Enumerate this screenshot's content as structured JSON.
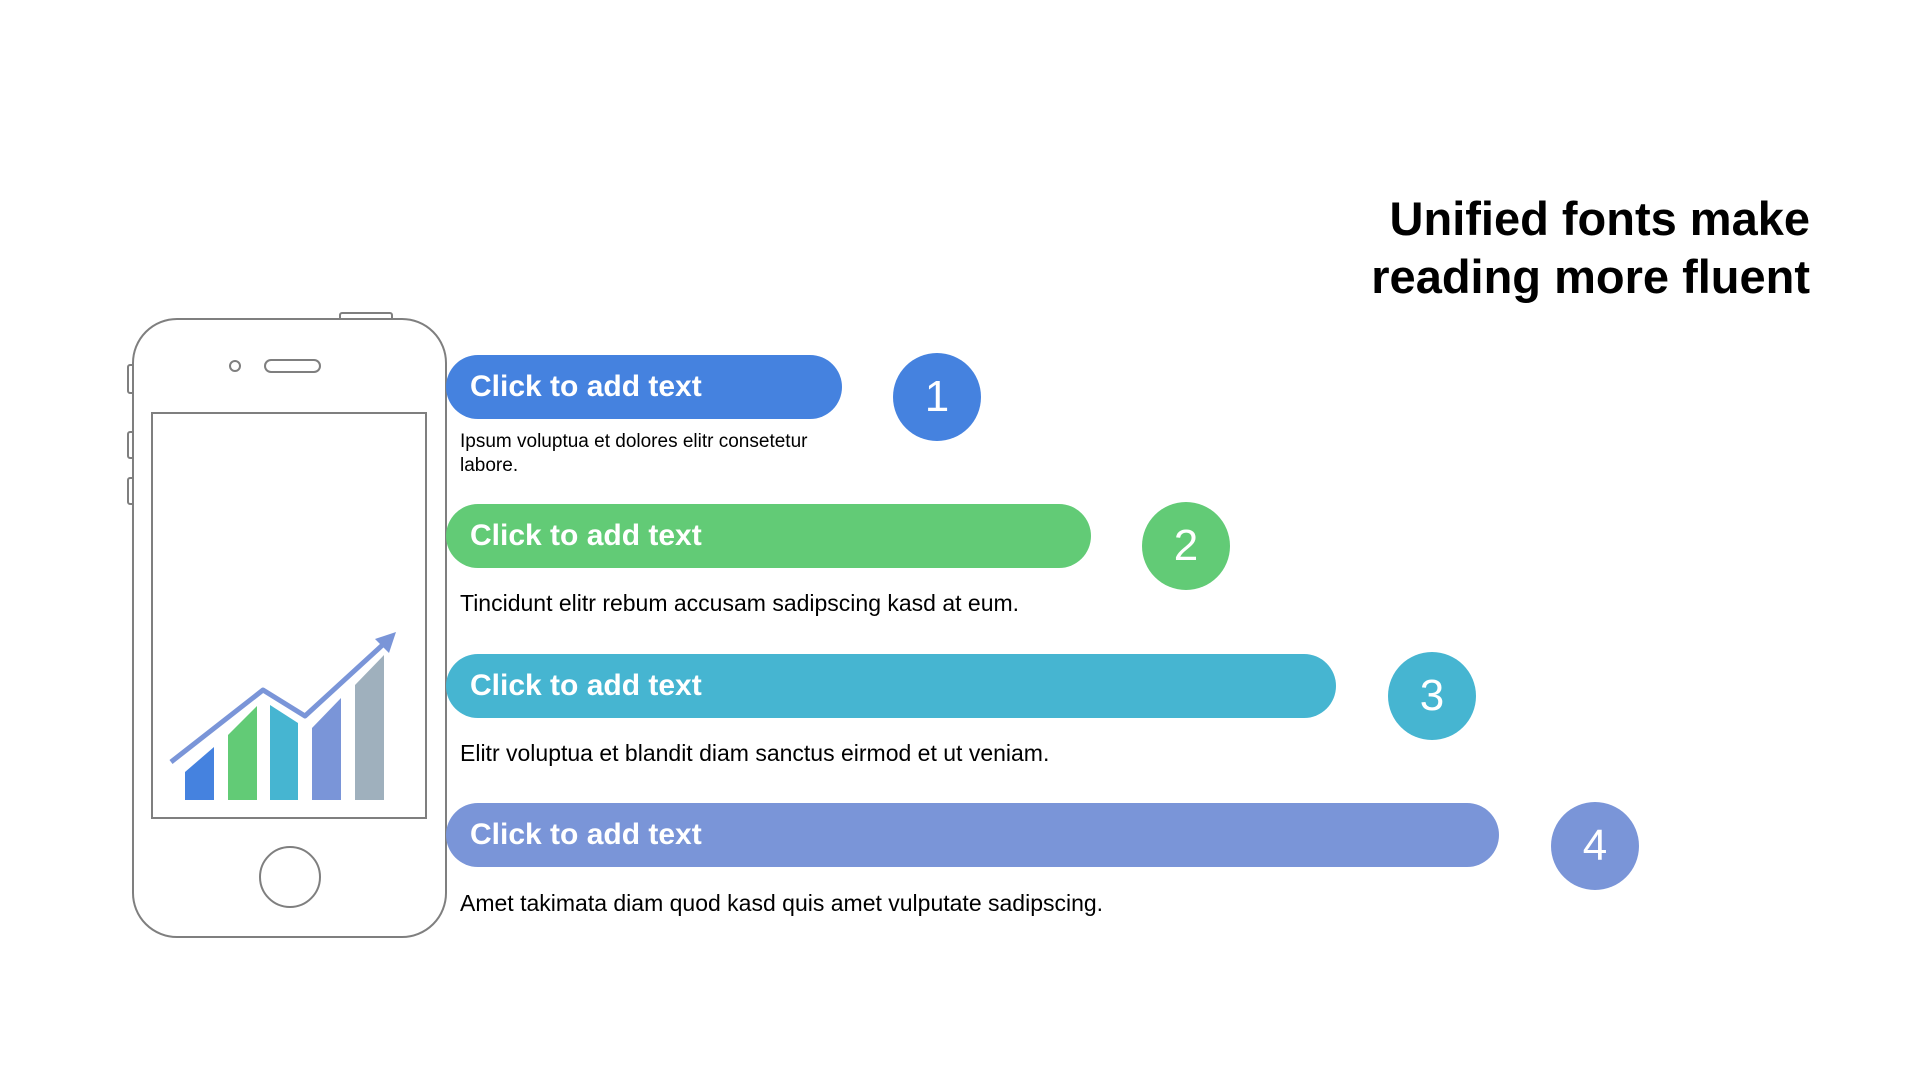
{
  "heading": {
    "line1": "Unified fonts make",
    "line2": "reading more fluent"
  },
  "items": [
    {
      "label": "Click to add text",
      "number": "1",
      "description": "Ipsum voluptua et dolores elitr consetetur labore.",
      "color": "#4582DF"
    },
    {
      "label": "Click to add text",
      "number": "2",
      "description": "Tincidunt elitr rebum accusam sadipscing kasd at eum.",
      "color": "#62CB76"
    },
    {
      "label": "Click to add text",
      "number": "3",
      "description": "Elitr voluptua et blandit diam sanctus eirmod et ut veniam.",
      "color": "#46B5D1"
    },
    {
      "label": "Click to add text",
      "number": "4",
      "description": "Amet takimata diam quod kasd quis amet vulputate sadipscing.",
      "color": "#7A95D8"
    }
  ],
  "phone_illustration": {
    "icon": "smartphone-icon",
    "screen_icon": "growth-bar-chart-icon",
    "bar_colors": [
      "#4582DF",
      "#62CB76",
      "#46B5D1",
      "#7A95D8",
      "#9FB0BD"
    ],
    "arrow_color": "#7A95D8",
    "outline_color": "#7f7f7f"
  }
}
